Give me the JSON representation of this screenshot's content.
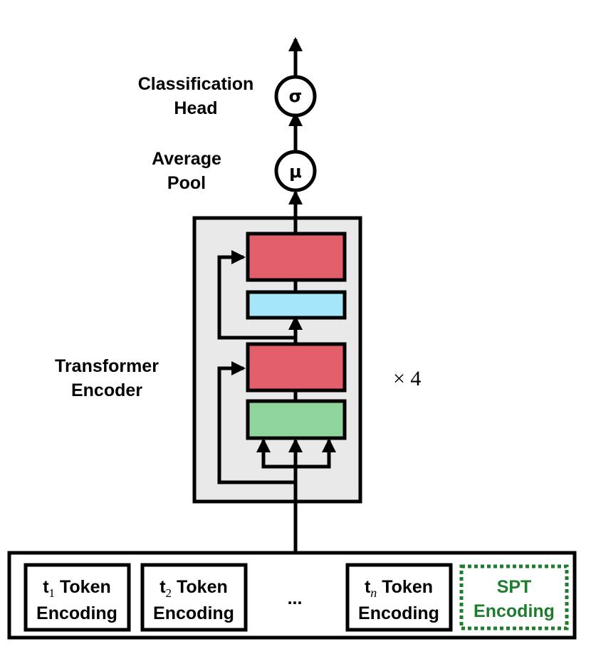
{
  "labels": {
    "classification_head": [
      "Classification",
      "Head"
    ],
    "average_pool": [
      "Average",
      "Pool"
    ],
    "transformer_encoder": [
      "Transformer",
      "Encoder"
    ],
    "repeat": "× 4",
    "ellipsis": "..."
  },
  "nodes": {
    "sigma": "σ",
    "mu": "μ"
  },
  "tokens": [
    {
      "letter": "t",
      "sub": "1",
      "word": "Token",
      "line2": "Encoding"
    },
    {
      "letter": "t",
      "sub": "2",
      "word": "Token",
      "line2": "Encoding"
    },
    {
      "letter": "t",
      "sub": "n",
      "word": "Token",
      "line2": "Encoding"
    }
  ],
  "spt": {
    "line1": "SPT",
    "line2": "Encoding"
  },
  "colors": {
    "encoder_bg": "#e9e9e9",
    "red_block": "#e25e6a",
    "blue_block": "#a4e6fa",
    "green_block": "#8fd49a",
    "spt_green": "#1e7d2c"
  }
}
